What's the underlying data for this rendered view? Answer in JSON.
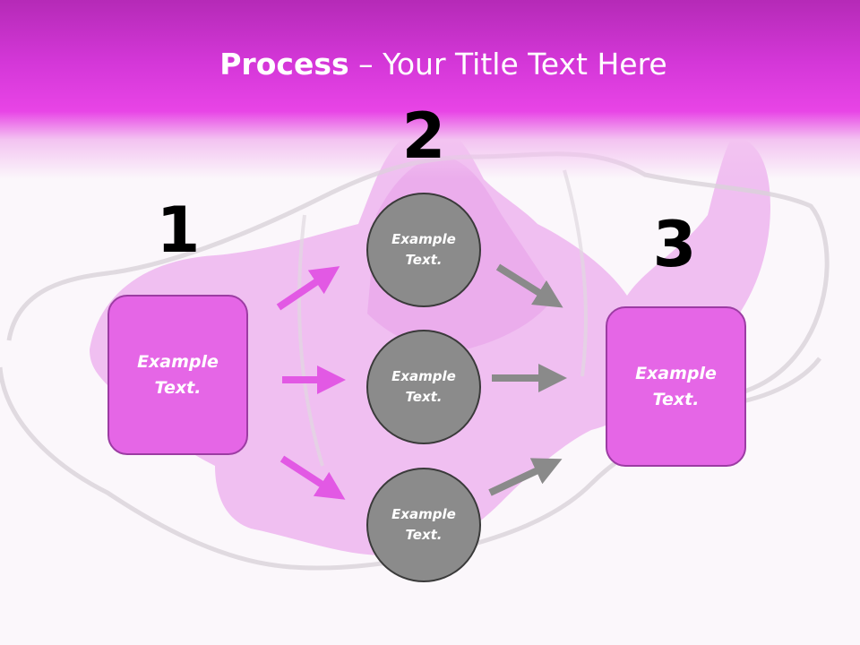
{
  "title": {
    "bold": "Process",
    "rest": " – Your Title Text Here"
  },
  "steps": {
    "one": {
      "number": "1",
      "line1": "Example",
      "line2": "Text."
    },
    "two": {
      "number": "2"
    },
    "three": {
      "number": "3",
      "line1": "Example",
      "line2": "Text."
    }
  },
  "circles": [
    {
      "line1": "Example",
      "line2": "Text."
    },
    {
      "line1": "Example",
      "line2": "Text."
    },
    {
      "line1": "Example",
      "line2": "Text."
    }
  ],
  "colors": {
    "header": "#d437d8",
    "box_fill": "#e566e6",
    "box_border": "#9c3ca3",
    "circle_fill": "#8b8b8b",
    "pink_arrow": "#e259e4",
    "gray_arrow": "#8a8a8a"
  }
}
